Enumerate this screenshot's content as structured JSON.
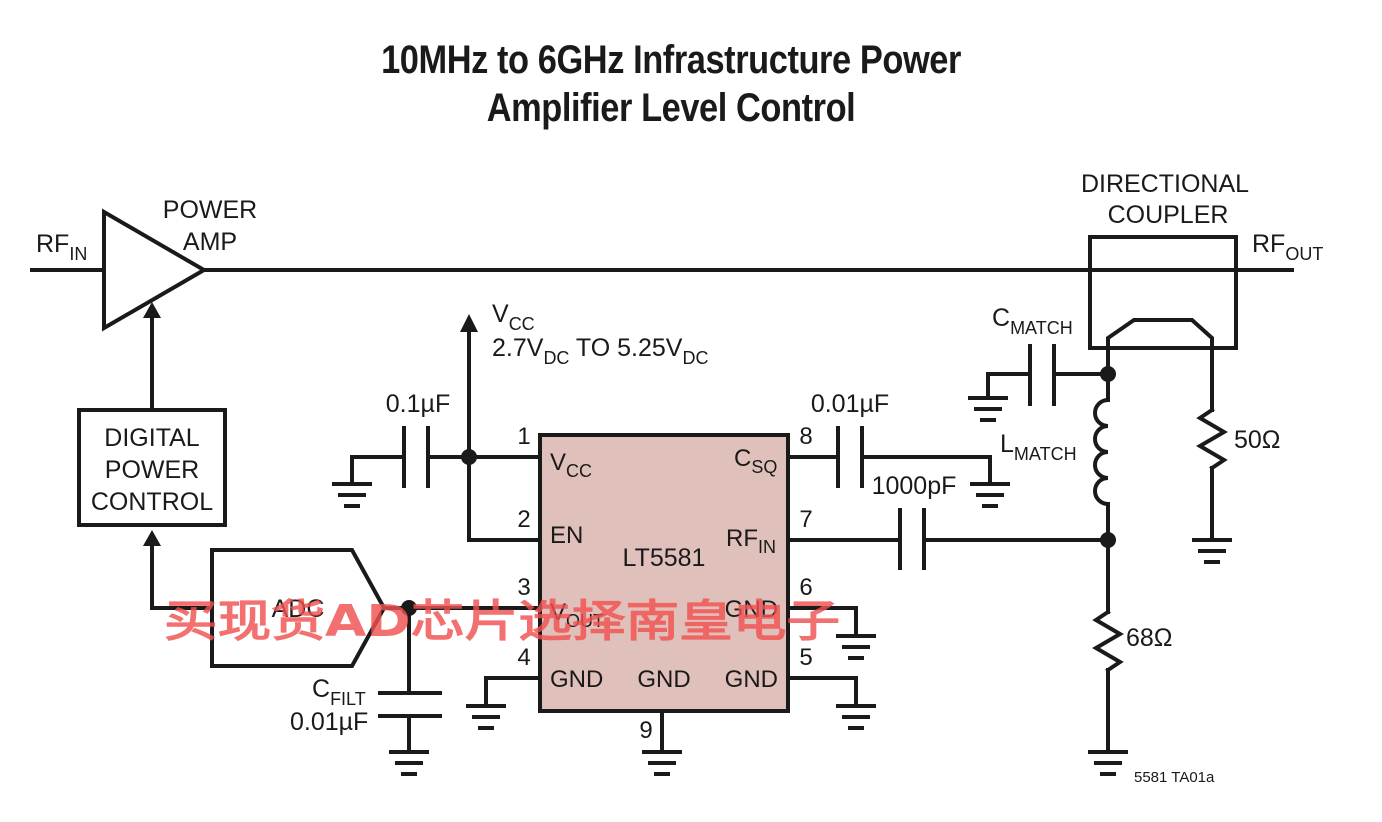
{
  "title": {
    "line1": "10MHz to 6GHz Infrastructure Power",
    "line2": "Amplifier Level Control"
  },
  "labels": {
    "rf_in": "RF",
    "rf_in_sub": "IN",
    "rf_out": "RF",
    "rf_out_sub": "OUT",
    "power_amp_1": "POWER",
    "power_amp_2": "AMP",
    "digital_1": "DIGITAL",
    "digital_2": "POWER",
    "digital_3": "CONTROL",
    "adc": "ADC",
    "coupler_1": "DIRECTIONAL",
    "coupler_2": "COUPLER",
    "vcc": "V",
    "vcc_sub": "CC",
    "vcc_range_a": "2.7V",
    "vcc_range_b": "DC",
    "vcc_range_c": " TO 5.25V",
    "vcc_range_d": "DC",
    "cap_01uf": "0.1µF",
    "cap_001uf": "0.01µF",
    "cap_1000pf": "1000pF",
    "cmatch": "C",
    "cmatch_sub": "MATCH",
    "lmatch": "L",
    "lmatch_sub": "MATCH",
    "r50": "50Ω",
    "r68": "68Ω",
    "cfilt": "C",
    "cfilt_sub": "FILT",
    "cfilt_val": "0.01µF",
    "part_id": "5581 TA01a"
  },
  "chip": {
    "name": "LT5581",
    "fill": "#e0c0ba",
    "pins": [
      {
        "num": "1",
        "name": "V",
        "sub": "CC"
      },
      {
        "num": "2",
        "name": "EN",
        "sub": ""
      },
      {
        "num": "3",
        "name": "V",
        "sub": "OUT"
      },
      {
        "num": "4",
        "name": "GND",
        "sub": ""
      },
      {
        "num": "5",
        "name": "GND",
        "sub": ""
      },
      {
        "num": "6",
        "name": "GND",
        "sub": ""
      },
      {
        "num": "7",
        "name": "RF",
        "sub": "IN"
      },
      {
        "num": "8",
        "name": "C",
        "sub": "SQ"
      },
      {
        "num": "9",
        "name": "GND",
        "sub": ""
      }
    ]
  },
  "watermark": {
    "text": "买现货AD芯片选择南皇电子",
    "color": "#f05050"
  }
}
